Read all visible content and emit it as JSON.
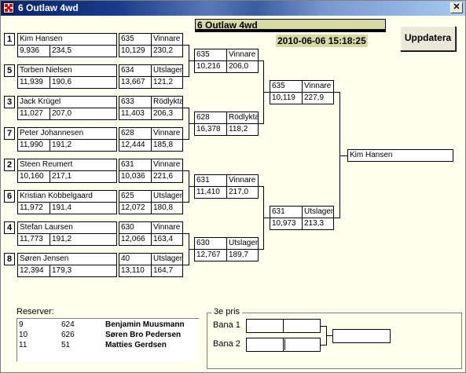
{
  "window": {
    "title": "6 Outlaw 4wd",
    "close_label": "✕"
  },
  "header": {
    "heat_title": "6 Outlaw 4wd",
    "datetime": "2010-06-06 15:18:25",
    "update_label": "Uppdatera"
  },
  "round1": [
    {
      "seed": "1",
      "name": "Kim Hansen",
      "time": "9,936",
      "speed": "234,5",
      "car": "635",
      "car_time": "10,129",
      "car_speed": "230,2",
      "status": "Vinnare"
    },
    {
      "seed": "5",
      "name": "Torben Nielsen",
      "time": "11,939",
      "speed": "190,6",
      "car": "634",
      "car_time": "13,667",
      "car_speed": "121,2",
      "status": "Utslagen"
    },
    {
      "seed": "3",
      "name": "Jack Krügel",
      "time": "11,027",
      "speed": "207,0",
      "car": "633",
      "car_time": "11,403",
      "car_speed": "206,3",
      "status": "Rödlyktan"
    },
    {
      "seed": "7",
      "name": "Peter Johannesen",
      "time": "11,990",
      "speed": "191,2",
      "car": "628",
      "car_time": "12,444",
      "car_speed": "185,8",
      "status": "Vinnare"
    },
    {
      "seed": "2",
      "name": "Steen Reumert",
      "time": "10,160",
      "speed": "217,1",
      "car": "631",
      "car_time": "10,036",
      "car_speed": "221,6",
      "status": "Vinnare"
    },
    {
      "seed": "6",
      "name": "Kristian Kobbelgaard",
      "time": "11,972",
      "speed": "191,4",
      "car": "625",
      "car_time": "12,072",
      "car_speed": "180,8",
      "status": "Utslagen"
    },
    {
      "seed": "4",
      "name": "Stefan Laursen",
      "time": "11,773",
      "speed": "191,2",
      "car": "630",
      "car_time": "12,066",
      "car_speed": "163,4",
      "status": "Vinnare"
    },
    {
      "seed": "8",
      "name": "Søren Jensen",
      "time": "12,394",
      "speed": "179,3",
      "car": "40",
      "car_time": "13,110",
      "car_speed": "164,7",
      "status": "Utslagen"
    }
  ],
  "round2": [
    {
      "car": "635",
      "status": "Vinnare",
      "time": "10,216",
      "speed": "206,0"
    },
    {
      "car": "628",
      "status": "Rödlyktan",
      "time": "16,378",
      "speed": "118,2"
    },
    {
      "car": "631",
      "status": "Vinnare",
      "time": "11,410",
      "speed": "217,0"
    },
    {
      "car": "630",
      "status": "Utslagen",
      "time": "12,767",
      "speed": "189,7"
    }
  ],
  "round3": [
    {
      "car": "635",
      "status": "Vinnare",
      "time": "10,119",
      "speed": "227,9"
    },
    {
      "car": "631",
      "status": "Utslagen",
      "time": "10,973",
      "speed": "213,3"
    }
  ],
  "winner": "Kim Hansen",
  "reserves": {
    "label": "Reserver:",
    "rows": [
      {
        "no": "9",
        "car": "624",
        "name": "Benjamin Muusmann"
      },
      {
        "no": "10",
        "car": "626",
        "name": "Søren Bro Pedersen"
      },
      {
        "no": "11",
        "car": "51",
        "name": "Matties Gerdsen"
      }
    ]
  },
  "third_place": {
    "legend": "3e pris",
    "lane1": "Bana 1",
    "lane2": "Bana 2"
  }
}
